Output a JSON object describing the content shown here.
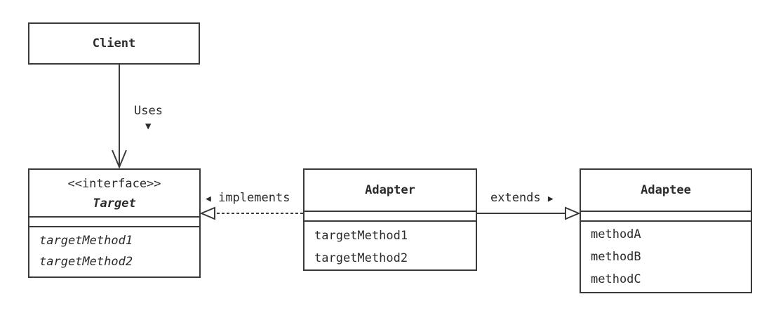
{
  "diagram": {
    "client": {
      "name": "Client"
    },
    "target": {
      "stereotype": "<<interface>>",
      "name": "Target",
      "methods": [
        "targetMethod1",
        "targetMethod2"
      ]
    },
    "adapter": {
      "name": "Adapter",
      "methods": [
        "targetMethod1",
        "targetMethod2"
      ]
    },
    "adaptee": {
      "name": "Adaptee",
      "methods": [
        "methodA",
        "methodB",
        "methodC"
      ]
    },
    "relations": {
      "uses": {
        "label": "Uses",
        "arrow": "▼"
      },
      "implements": {
        "label": "implements",
        "arrow": "◀"
      },
      "extends": {
        "label": "extends",
        "arrow": "▶"
      }
    }
  }
}
